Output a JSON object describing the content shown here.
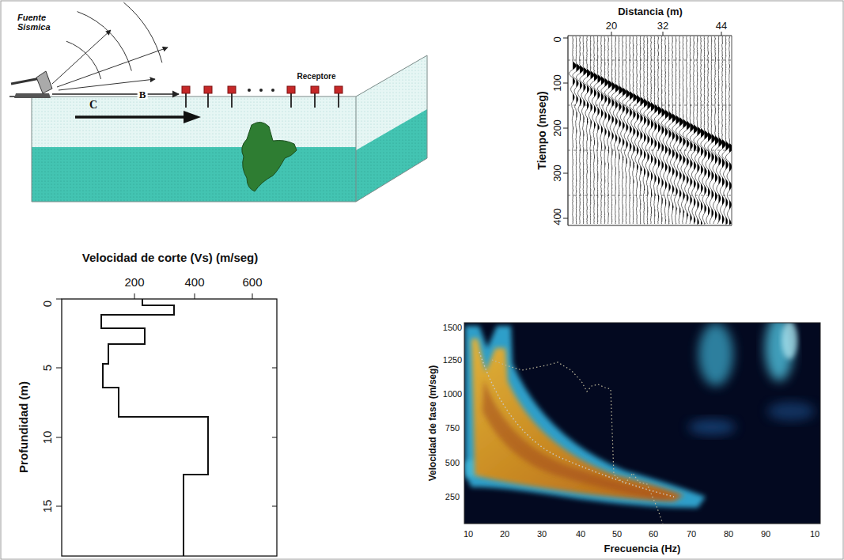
{
  "diagram": {
    "nodes": [
      {
        "text": [
          "Fuente Sismica",
          "Receptore",
          "B",
          "C"
        ]
      },
      {
        "text": [
          "Distancia (m)",
          "Tiempo (mseg)"
        ]
      },
      {
        "text": [
          "Velocidad de fase (m/seg)",
          "Frecuencia (Hz)"
        ]
      },
      {
        "text": [
          "Velocidad de corte (Vs) (m/seg)",
          "Profundidad (m)"
        ]
      }
    ],
    "edges": [
      {
        "from": 0,
        "to": 1,
        "arrow": "to"
      },
      {
        "from": 1,
        "to": 2,
        "arrow": "to"
      },
      {
        "from": 2,
        "to": 3,
        "arrow": "to"
      }
    ],
    "labels": [
      "20",
      "32",
      "44",
      "0",
      "100",
      "200",
      "300",
      "400",
      "1500",
      "1250",
      "1000",
      "750",
      "500",
      "250",
      "10",
      "20",
      "30",
      "40",
      "50",
      "60",
      "70",
      "80",
      "90",
      "10",
      "200",
      "400",
      "600",
      "0",
      "5",
      "10",
      "15"
    ]
  }
}
